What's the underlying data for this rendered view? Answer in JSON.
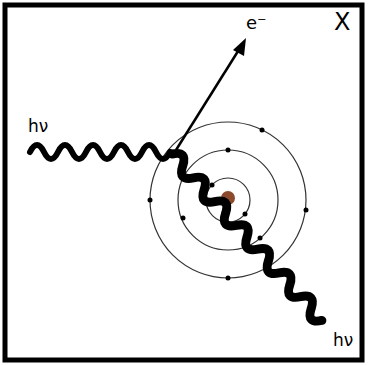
{
  "diagram": {
    "labels": [
      "hν",
      "e⁻",
      "X",
      "hν"
    ]
  }
}
